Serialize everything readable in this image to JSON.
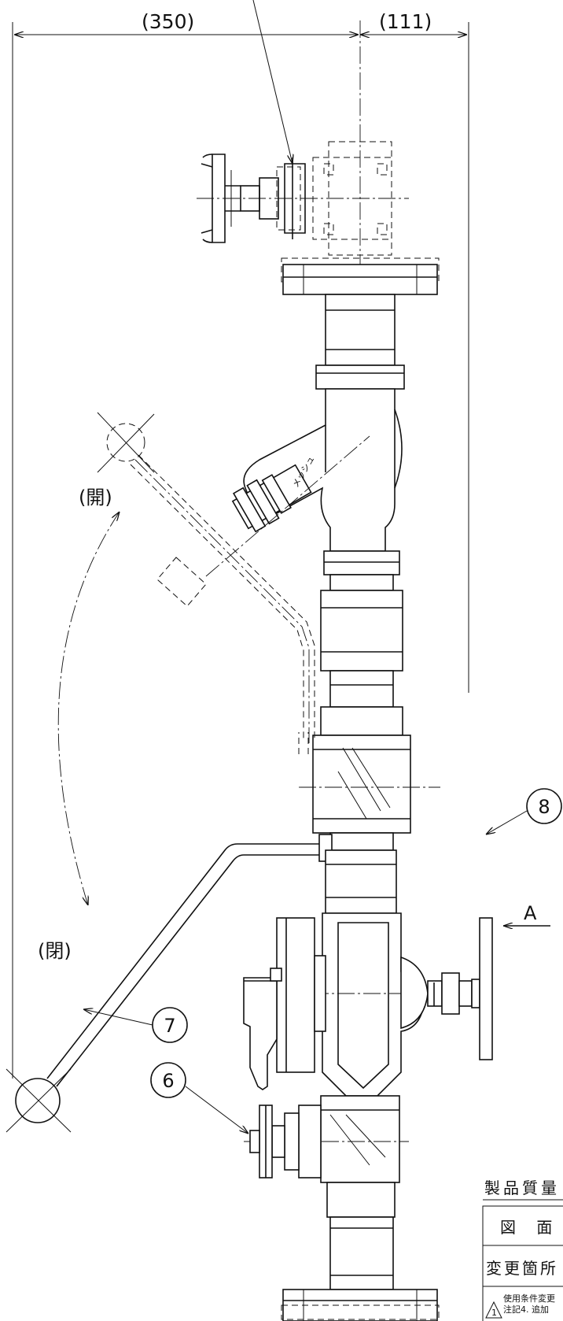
{
  "dimensions": {
    "left": "(350)",
    "right": "(111)"
  },
  "labels": {
    "open": "(開)",
    "closed": "(閉)",
    "view_a": "A",
    "strainer_mark": "メッシュ"
  },
  "balloons": {
    "b6": "6",
    "b7": "7",
    "b8": "8"
  },
  "title_block": {
    "heading": "製品質量",
    "row_drawing": "図 面",
    "row_change": "変更箇所",
    "note_line1": "使用条件変更",
    "note_line2": "注記4. 追加",
    "rev_mark": "1"
  }
}
